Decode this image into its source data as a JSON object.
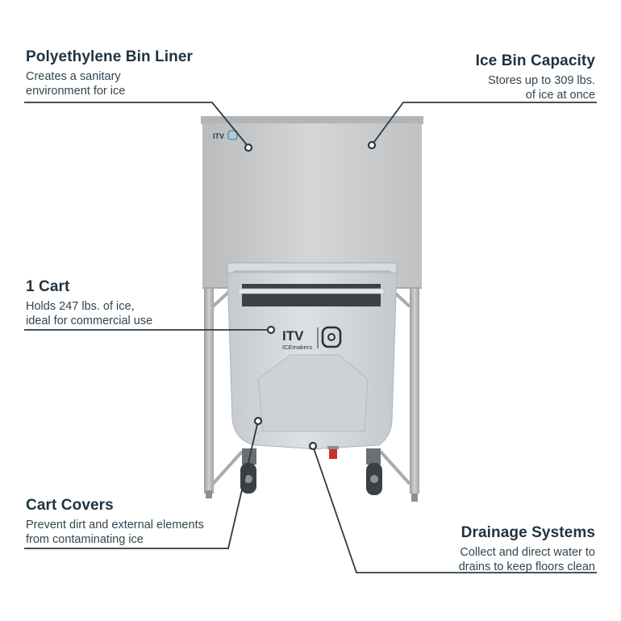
{
  "callouts": {
    "liner": {
      "title": "Polyethylene Bin Liner",
      "line1": "Creates a sanitary",
      "line2": "environment for ice"
    },
    "capacity": {
      "title": "Ice Bin Capacity",
      "line1": "Stores up to 309 lbs.",
      "line2": "of ice at once"
    },
    "cart": {
      "title": "1 Cart",
      "line1": "Holds 247 lbs. of ice,",
      "line2": "ideal for commercial use"
    },
    "covers": {
      "title": "Cart Covers",
      "line1": "Prevent dirt and external elements",
      "line2": "from contaminating ice"
    },
    "drainage": {
      "title": "Drainage Systems",
      "line1": "Collect and direct water to",
      "line2": "drains to keep floors clean"
    }
  },
  "product": {
    "bin_logo": "ITV",
    "cart_logo_brand": "ITV",
    "cart_logo_sub": "ICEmakers"
  },
  "colors": {
    "text": "#1f3340",
    "leader_line": "#2b3a44",
    "steel": "#c9cbcc",
    "cart": "#d3d8dc",
    "drain_valve": "#c8312a"
  },
  "icons": {
    "brand_mark": "itv-o-logo-icon"
  }
}
